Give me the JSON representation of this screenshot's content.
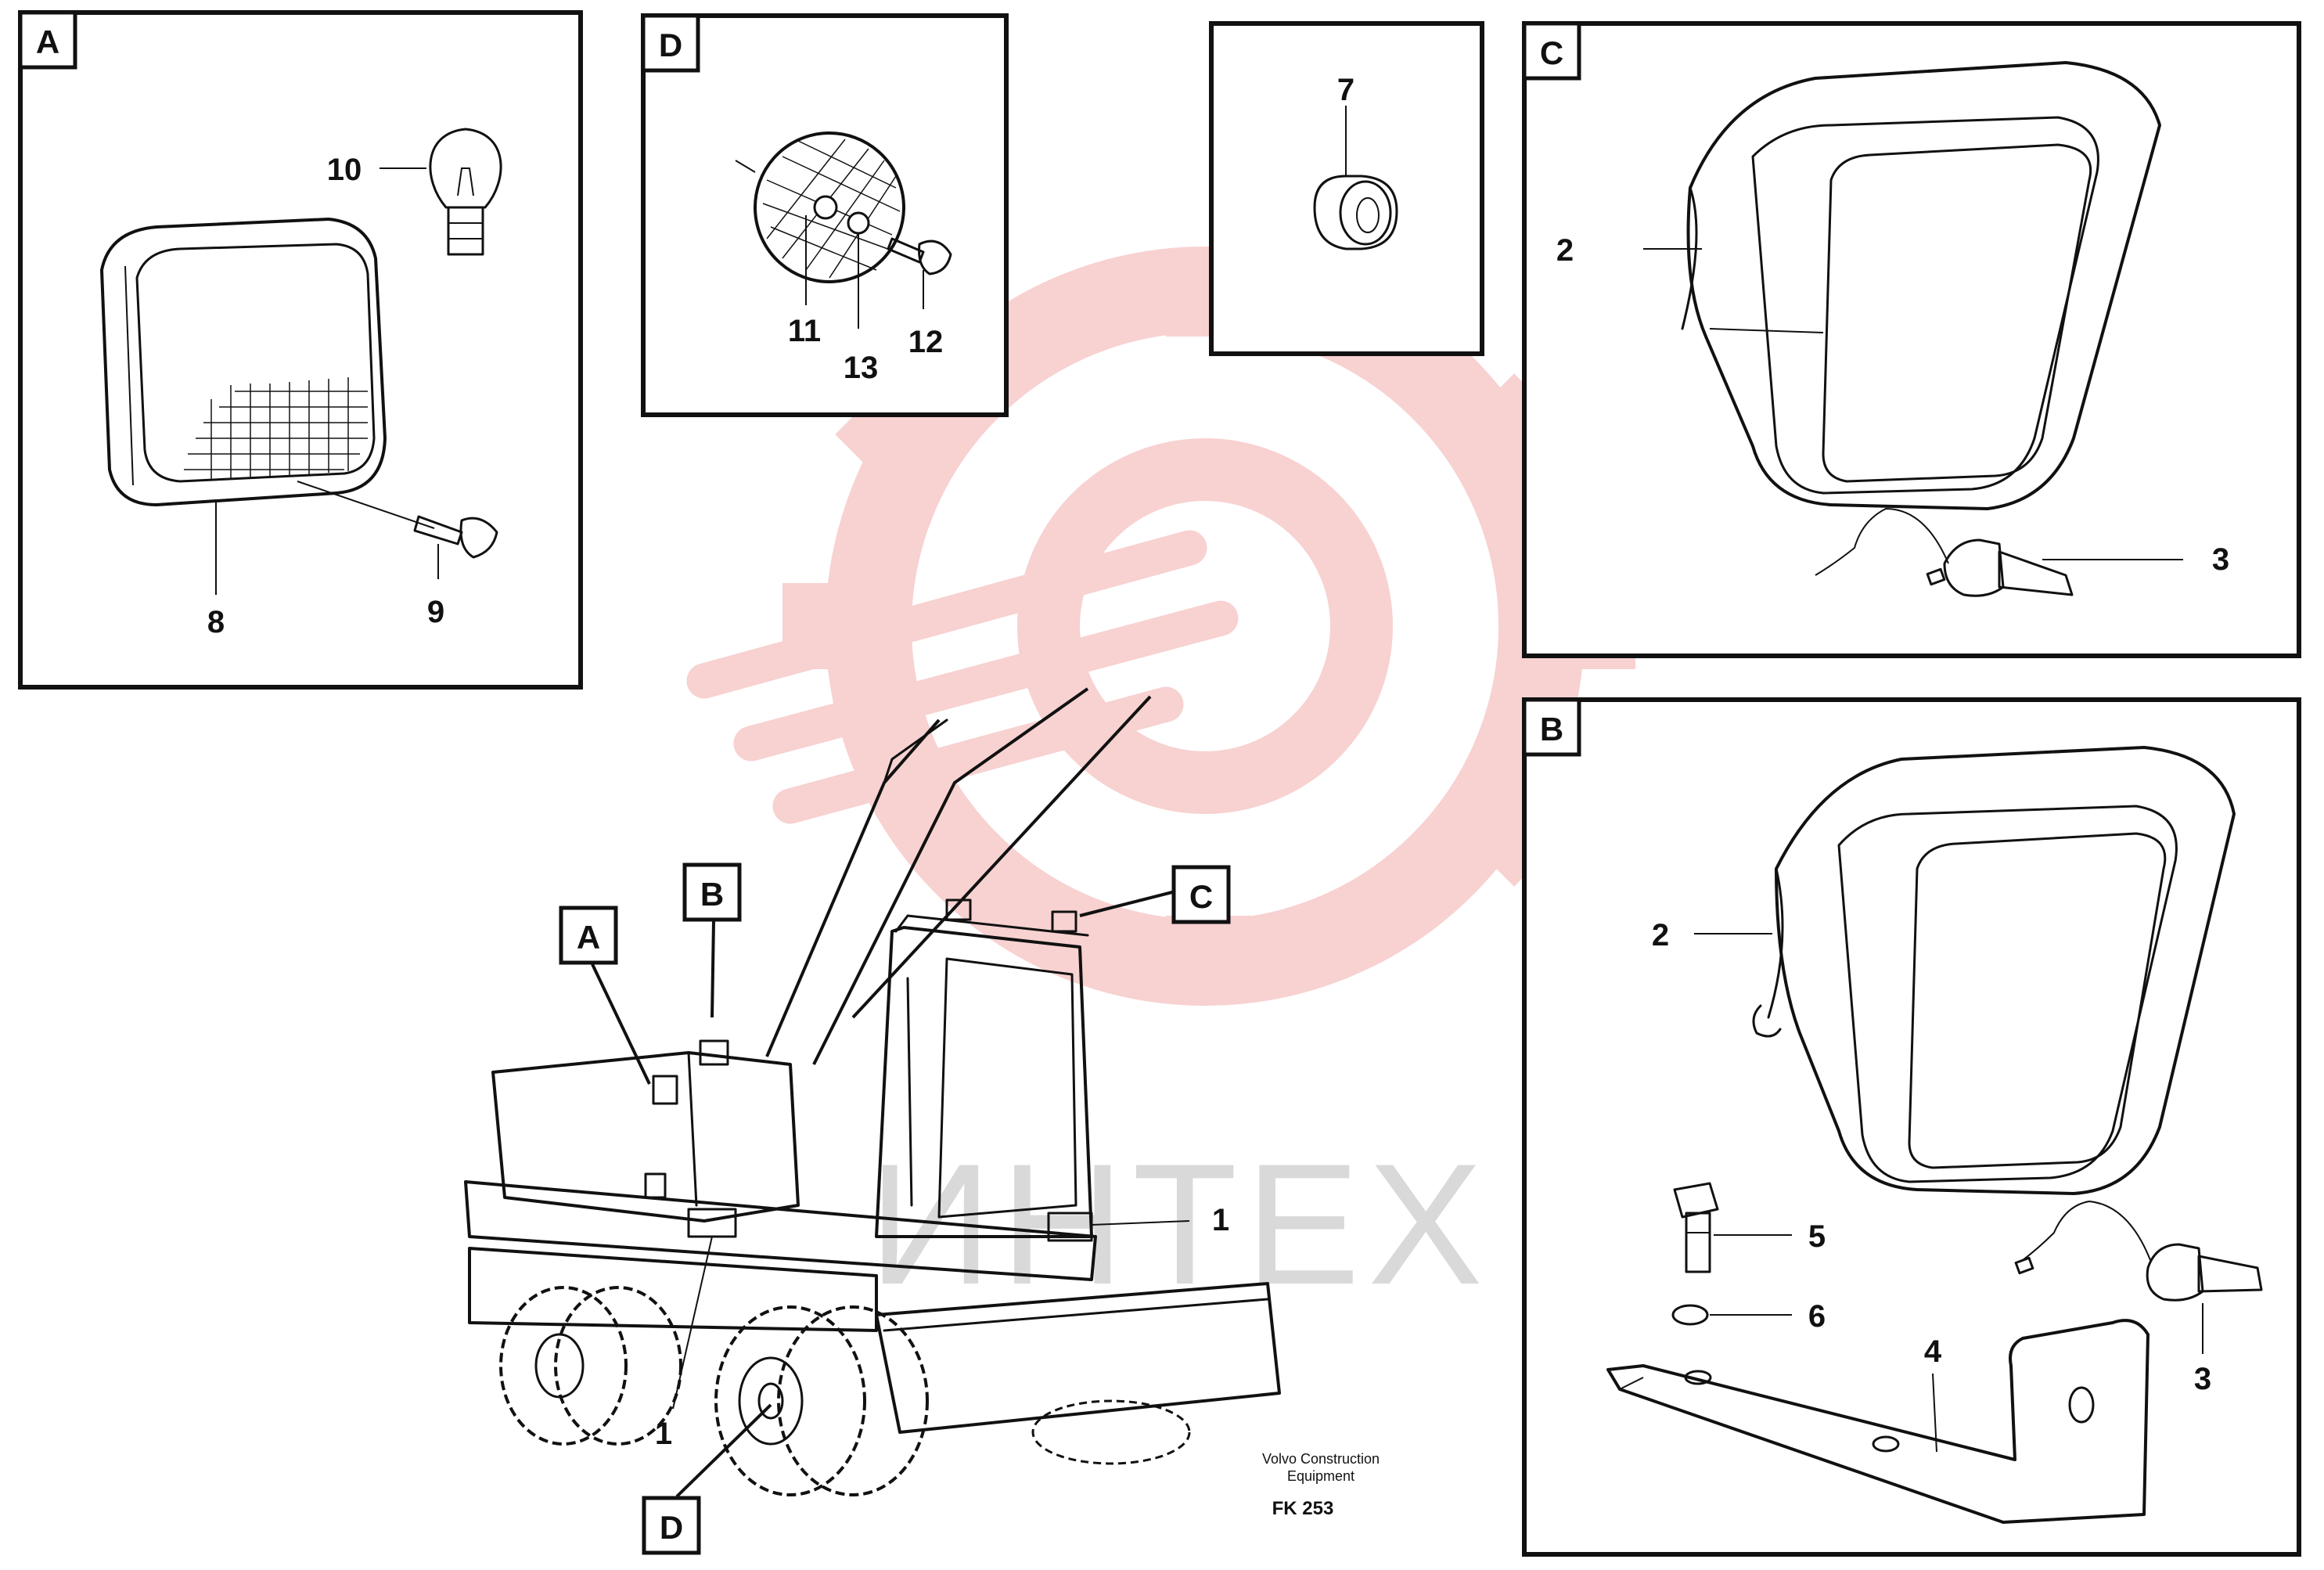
{
  "panels": {
    "A": {
      "letter": "A"
    },
    "D": {
      "letter": "D"
    },
    "seven": {
      "letter": ""
    },
    "C": {
      "letter": "C"
    },
    "B": {
      "letter": "B"
    }
  },
  "callouts": {
    "p10": "10",
    "p8": "8",
    "p9": "9",
    "p11": "11",
    "p13": "13",
    "p12": "12",
    "p7": "7",
    "c2": "2",
    "c3": "3",
    "b2": "2",
    "b3": "3",
    "b4": "4",
    "b5": "5",
    "b6": "6",
    "m1a": "1",
    "m1b": "1"
  },
  "machine_tags": {
    "A": "A",
    "B": "B",
    "C": "C",
    "D": "D"
  },
  "watermark": {
    "text": "ИНТЕХ",
    "color": "#d9d9d9",
    "logo_color": "#f7c9c9"
  },
  "credit": {
    "line1": "Volvo Construction",
    "line2": "Equipment",
    "code": "FK 253"
  }
}
